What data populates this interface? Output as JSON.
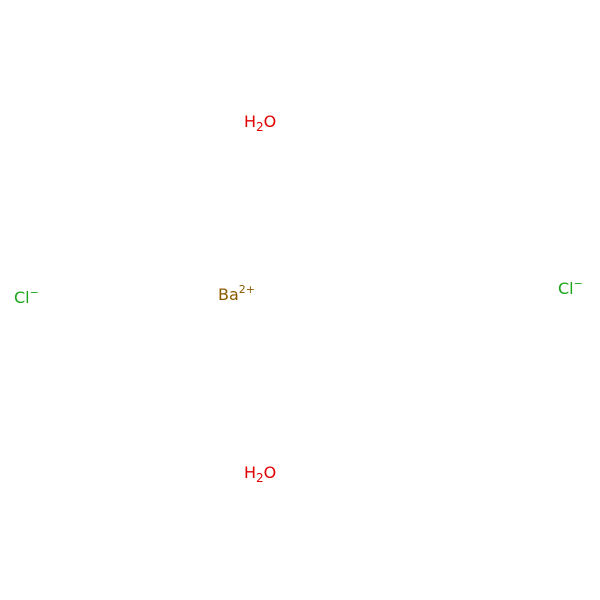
{
  "colors": {
    "oxygen": "#e00000",
    "chlorine": "#1aa61a",
    "barium": "#8b5a00"
  },
  "molecules": {
    "water_top": {
      "element": "H",
      "subscript": "2",
      "second": "O"
    },
    "water_bottom": {
      "element": "H",
      "subscript": "2",
      "second": "O"
    },
    "chloride_left": {
      "symbol": "Cl",
      "charge": "−"
    },
    "barium": {
      "symbol": "Ba",
      "charge": "2+"
    },
    "chloride_right": {
      "symbol": "Cl",
      "charge": "−"
    }
  }
}
